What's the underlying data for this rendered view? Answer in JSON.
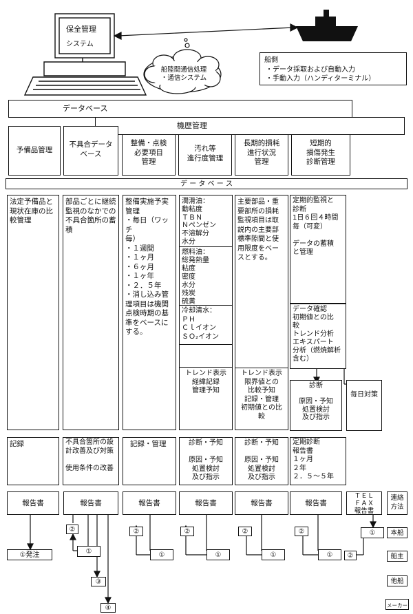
{
  "top": {
    "system_title": "保全管理",
    "system_sub": "システム",
    "cloud": "船陸間通信処理\n・通信システム",
    "ship_title": "船側",
    "ship_items": "・データ採取および自動入力\n・手動入力（ハンディターミナル）"
  },
  "header": {
    "database": "データベース",
    "history": "機歴管理",
    "database2": "デ ー タ ベ ー ス"
  },
  "columns": [
    {
      "title": "予備品管理",
      "detail": "法定予備品と\n現状在庫の比\n較管理",
      "bottom": "記録",
      "report": "報告書",
      "flow": [
        "①発注"
      ]
    },
    {
      "title": "不具合データ\nベース",
      "detail": "部品ごとに継続\n監視のなかでの\n不具合箇所の蓄\n積",
      "bottom": "不具合箇所の設\n計改善及び対策\n\n使用条件の改善",
      "report": "報告書",
      "flow": [
        "②",
        "①",
        "③",
        "④"
      ]
    },
    {
      "title": "整備・点検\n必要項目\n管理",
      "detail": "整備実施予実\n管理\n・毎日（ワッチ\n毎）\n・１週間\n・１ヶ月\n・６ヶ月\n・１ヶ年\n・２．５年\n・消し込み管\n理項目は機関\n点検時期の基\n準をベースに\nする。",
      "bottom": "記録・管理",
      "report": "報告書",
      "flow": [
        "②",
        "①"
      ]
    },
    {
      "title": "汚れ等\n進行度管理",
      "detail_lube": "潤滑油：\n動粘度\nＴＢＮ\nＮペンゼン\n不溶解分\n水分",
      "detail_fuel": "燃料油：\n総発熱量\n粘度\n密度\n水分\n残炭\n硫黄",
      "detail_cool": "冷却清水：\nＰＨ\nＣｌイオン\nＳＯ₂イオン",
      "trend": "トレンド表示\n経緯記録\n管理予知",
      "bottom": "診断・予知\n\n原因・予知\n処置検討\n及び指示",
      "report": "報告書",
      "flow": [
        "②",
        "①"
      ]
    },
    {
      "title": "長期的損耗\n進行状況\n管理",
      "detail": "主要部品・重\n要部所の損耗\n監視項目は取\n説内の主要部\n標準隙間と使\n用限度をベー\nスとする。",
      "trend": "トレンド表示\n限界値との\n比較予知\n記録・管理\n初期値との比\n較",
      "bottom": "診断・予知\n\n原因・予知\n処置検討\n及び指示",
      "report": "報告書",
      "flow": [
        "②",
        "①"
      ]
    },
    {
      "title": "短期的\n損傷発生\n診断管理",
      "detail": "定期的監視と\n診断\n1日６回４時間\n毎（可変）\n\nデータの蓄積\nと管理",
      "analysis": "データ確認\n初期値との比\n較\nトレンド分析\nエキスパート\n分析（燃焼解析\n含む）",
      "diag": "診断\n\n原因・予知\n処置検討\n及び指示",
      "daily": "毎日対策",
      "bottom": "定期診断\n報告書\n１ヶ月\n２年\n２．５〜５年",
      "report": "報告書",
      "comm": "ＴＥＬ\nＦＡＸ\n報告書",
      "flow": [
        "②",
        "①",
        "①",
        "②"
      ]
    }
  ],
  "legend": {
    "contact": "連絡\n方法",
    "items": [
      "本船",
      "船主",
      "他船",
      "メーカー"
    ]
  }
}
